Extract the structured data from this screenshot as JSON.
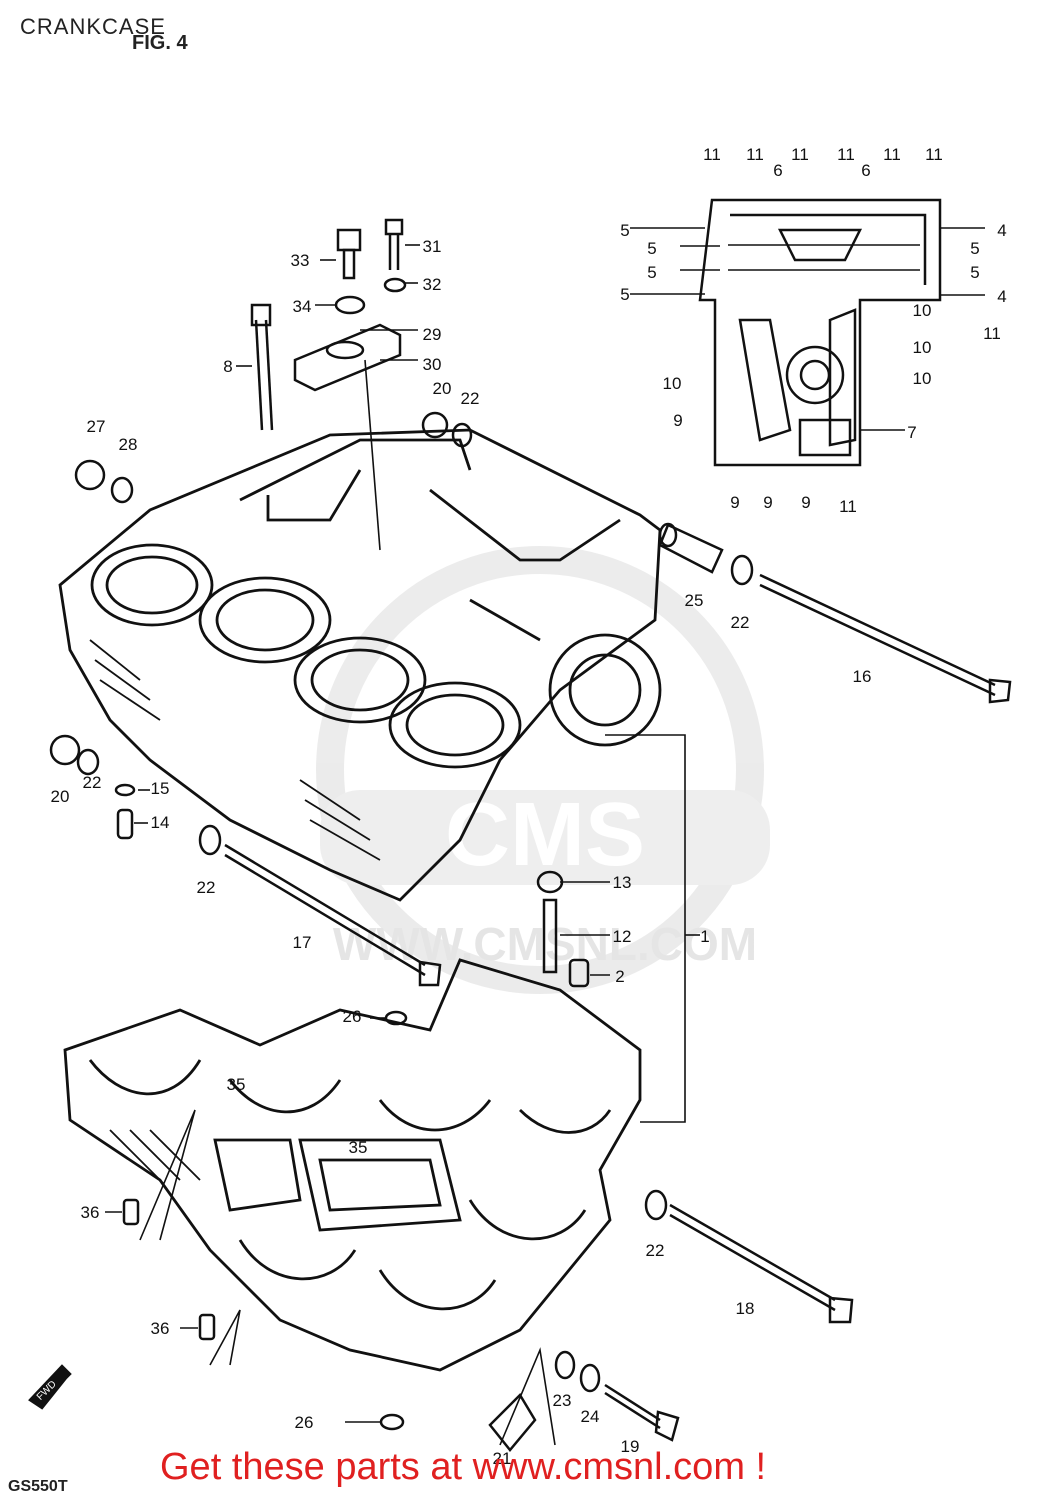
{
  "header": {
    "section_title": "CRANKCASE",
    "figure_label": "FIG. 4"
  },
  "footer": {
    "model_code": "GS550T",
    "cta_text": "Get these parts at www.cmsnl.com !",
    "cta_color": "#e02020"
  },
  "watermark": {
    "logo_text": "CMS",
    "url_text": "WWW.CMSNL.COM"
  },
  "direction_mark": "FWD",
  "callouts": [
    {
      "id": "c1",
      "label": "1"
    },
    {
      "id": "c2",
      "label": "2"
    },
    {
      "id": "c4a",
      "label": "4"
    },
    {
      "id": "c4b",
      "label": "4"
    },
    {
      "id": "c5a",
      "label": "5"
    },
    {
      "id": "c5b",
      "label": "5"
    },
    {
      "id": "c5c",
      "label": "5"
    },
    {
      "id": "c5d",
      "label": "5"
    },
    {
      "id": "c5e",
      "label": "5"
    },
    {
      "id": "c5f",
      "label": "5"
    },
    {
      "id": "c6a",
      "label": "6"
    },
    {
      "id": "c6b",
      "label": "6"
    },
    {
      "id": "c7",
      "label": "7"
    },
    {
      "id": "c8",
      "label": "8"
    },
    {
      "id": "c9a",
      "label": "9"
    },
    {
      "id": "c9b",
      "label": "9"
    },
    {
      "id": "c9c",
      "label": "9"
    },
    {
      "id": "c9d",
      "label": "9"
    },
    {
      "id": "c10a",
      "label": "10"
    },
    {
      "id": "c10b",
      "label": "10"
    },
    {
      "id": "c10c",
      "label": "10"
    },
    {
      "id": "c10d",
      "label": "10"
    },
    {
      "id": "c11a",
      "label": "11"
    },
    {
      "id": "c11b",
      "label": "11"
    },
    {
      "id": "c11c",
      "label": "11"
    },
    {
      "id": "c11d",
      "label": "11"
    },
    {
      "id": "c11e",
      "label": "11"
    },
    {
      "id": "c11f",
      "label": "11"
    },
    {
      "id": "c11g",
      "label": "11"
    },
    {
      "id": "c11h",
      "label": "11"
    },
    {
      "id": "c12",
      "label": "12"
    },
    {
      "id": "c13",
      "label": "13"
    },
    {
      "id": "c14",
      "label": "14"
    },
    {
      "id": "c15",
      "label": "15"
    },
    {
      "id": "c16",
      "label": "16"
    },
    {
      "id": "c17",
      "label": "17"
    },
    {
      "id": "c18",
      "label": "18"
    },
    {
      "id": "c19",
      "label": "19"
    },
    {
      "id": "c20a",
      "label": "20"
    },
    {
      "id": "c20b",
      "label": "20"
    },
    {
      "id": "c21",
      "label": "21"
    },
    {
      "id": "c22a",
      "label": "22"
    },
    {
      "id": "c22b",
      "label": "22"
    },
    {
      "id": "c22c",
      "label": "22"
    },
    {
      "id": "c22d",
      "label": "22"
    },
    {
      "id": "c22e",
      "label": "22"
    },
    {
      "id": "c23",
      "label": "23"
    },
    {
      "id": "c24",
      "label": "24"
    },
    {
      "id": "c25",
      "label": "25"
    },
    {
      "id": "c26a",
      "label": "26"
    },
    {
      "id": "c26b",
      "label": "26"
    },
    {
      "id": "c27",
      "label": "27"
    },
    {
      "id": "c28",
      "label": "28"
    },
    {
      "id": "c29",
      "label": "29"
    },
    {
      "id": "c30",
      "label": "30"
    },
    {
      "id": "c31",
      "label": "31"
    },
    {
      "id": "c32",
      "label": "32"
    },
    {
      "id": "c33",
      "label": "33"
    },
    {
      "id": "c34",
      "label": "34"
    },
    {
      "id": "c35a",
      "label": "35"
    },
    {
      "id": "c35b",
      "label": "35"
    },
    {
      "id": "c36a",
      "label": "36"
    },
    {
      "id": "c36b",
      "label": "36"
    }
  ]
}
